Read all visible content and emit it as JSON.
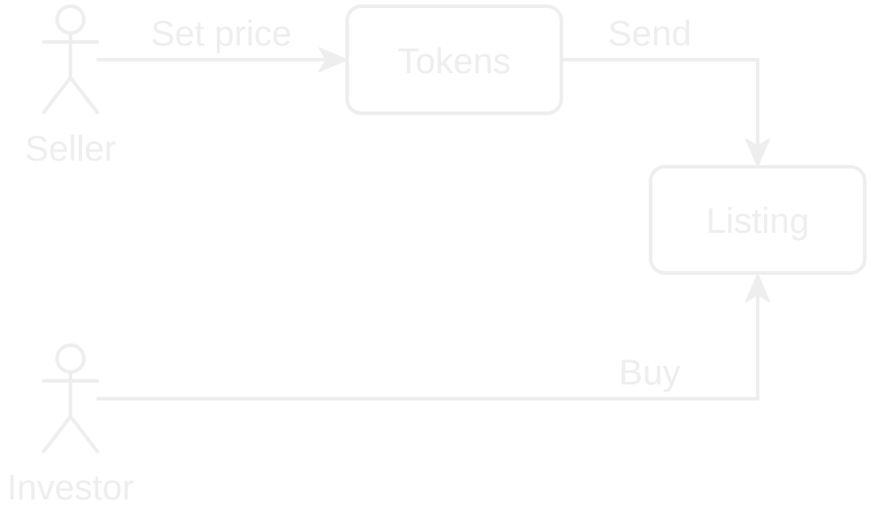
{
  "colors": {
    "line": "#eeeeee",
    "background": "#ffffff"
  },
  "actors": {
    "seller": {
      "label": "Seller"
    },
    "investor": {
      "label": "Investor"
    }
  },
  "nodes": {
    "tokens": {
      "label": "Tokens"
    },
    "listing": {
      "label": "Listing"
    }
  },
  "edges": {
    "set_price": {
      "label": "Set price"
    },
    "send": {
      "label": "Send"
    },
    "buy": {
      "label": "Buy"
    }
  }
}
